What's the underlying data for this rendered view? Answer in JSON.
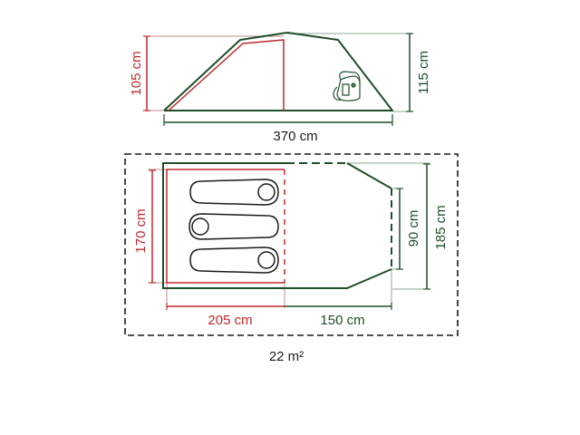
{
  "colors": {
    "green": "#1f4f2a",
    "red": "#c0282d",
    "thin_green": "#6f8f77",
    "thin_red": "#c98a8c",
    "black": "#1a1a1a"
  },
  "side_view": {
    "inner_height_label": "105 cm",
    "outer_height_label": "115 cm",
    "length_label": "370 cm",
    "icon": "backpack-icon"
  },
  "floor_plan": {
    "sleeping_width_label": "170 cm",
    "door_width_label": "90 cm",
    "total_width_label": "185 cm",
    "sleeping_length_label": "205 cm",
    "porch_length_label": "150 cm",
    "sleeping_bags": 3,
    "footprint_area_label": "22 m²"
  }
}
